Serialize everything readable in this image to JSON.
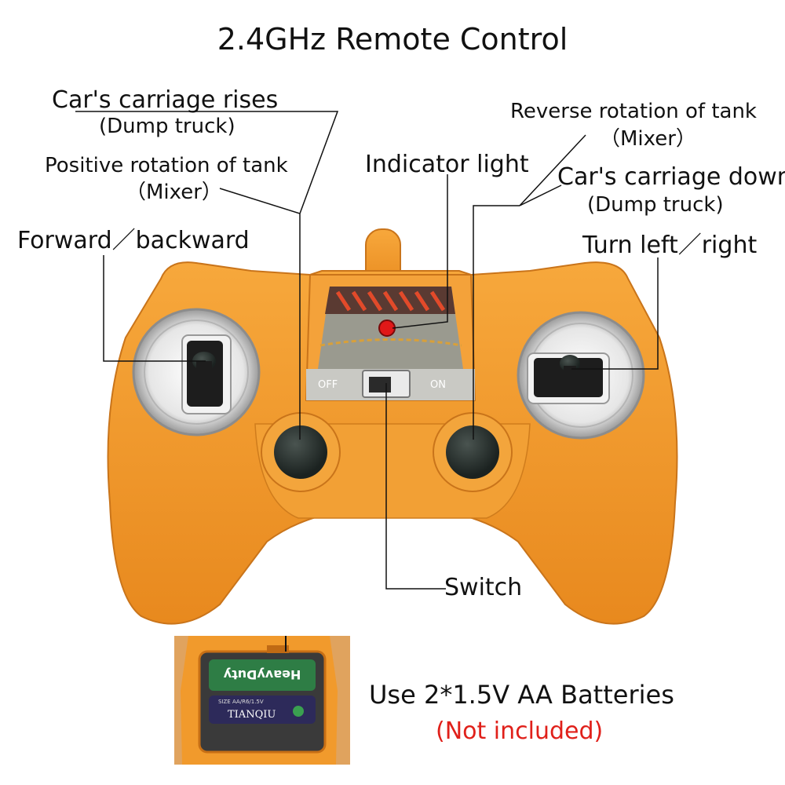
{
  "title": "2.4GHz Remote Control",
  "labels": {
    "carriage_rises": "Car's carriage rises",
    "dump_truck_1": "(Dump truck)",
    "positive_rotation": "Positive rotation of tank",
    "mixer_1": "（Mixer）",
    "forward_backward": "Forward／backward",
    "indicator_light": "Indicator light",
    "reverse_rotation": "Reverse rotation of tank",
    "mixer_2": "（Mixer）",
    "carriage_down": "Car's carriage down",
    "dump_truck_2": "(Dump truck)",
    "turn_left_right": "Turn  left／right",
    "switch": "Switch"
  },
  "panel": {
    "off": "OFF",
    "on": "ON"
  },
  "battery": {
    "text": "Use 2*1.5V AA Batteries",
    "note": "(Not included)",
    "cell_top_brand": "HeavyDuty",
    "cell_bottom_brand": "TIANQIU",
    "cell_bottom_size": "SIZE AA/R6/1.5V"
  },
  "colors": {
    "body": "#f29a2e",
    "body_dark": "#d57a12",
    "note": "#e0201a"
  }
}
